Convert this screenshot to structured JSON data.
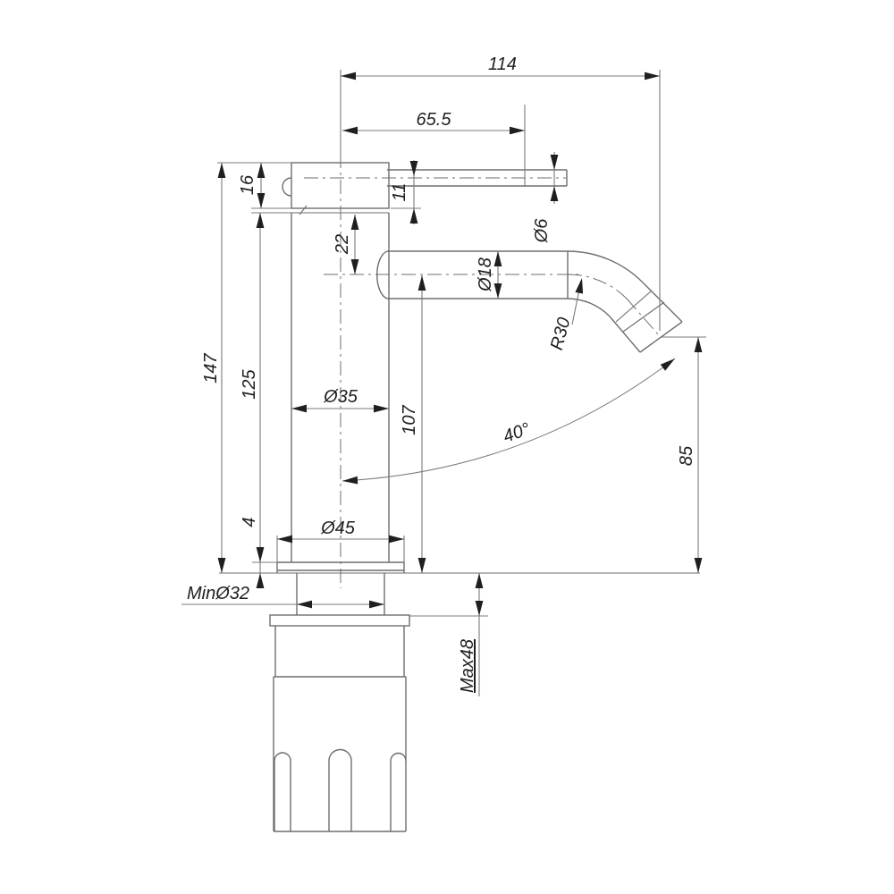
{
  "title": "Single-lever basin faucet — dimensioned technical drawing (side elevation)",
  "colors": {
    "geometry": "#6e6e6e",
    "dimension": "#7b7b7b",
    "ink": "#1f1f1f",
    "background": "#ffffff"
  },
  "dimensions": {
    "total_width": "114",
    "handle_reach": "65.5",
    "cap_height": "16",
    "handle_offset": "11",
    "spout_top_drop": "22",
    "handle_rod_dia": "Ø6",
    "spout_tube_dia": "Ø18",
    "total_height": "147",
    "body_height": "125",
    "body_dia": "Ø35",
    "spout_centre_height": "107",
    "bend_radius": "R30",
    "spout_angle": "40°",
    "outlet_height": "85",
    "base_plate_thickness": "4",
    "base_dia": "Ø45",
    "mounting_hole_min": "MinØ32",
    "deck_thickness_max": "Max48"
  }
}
